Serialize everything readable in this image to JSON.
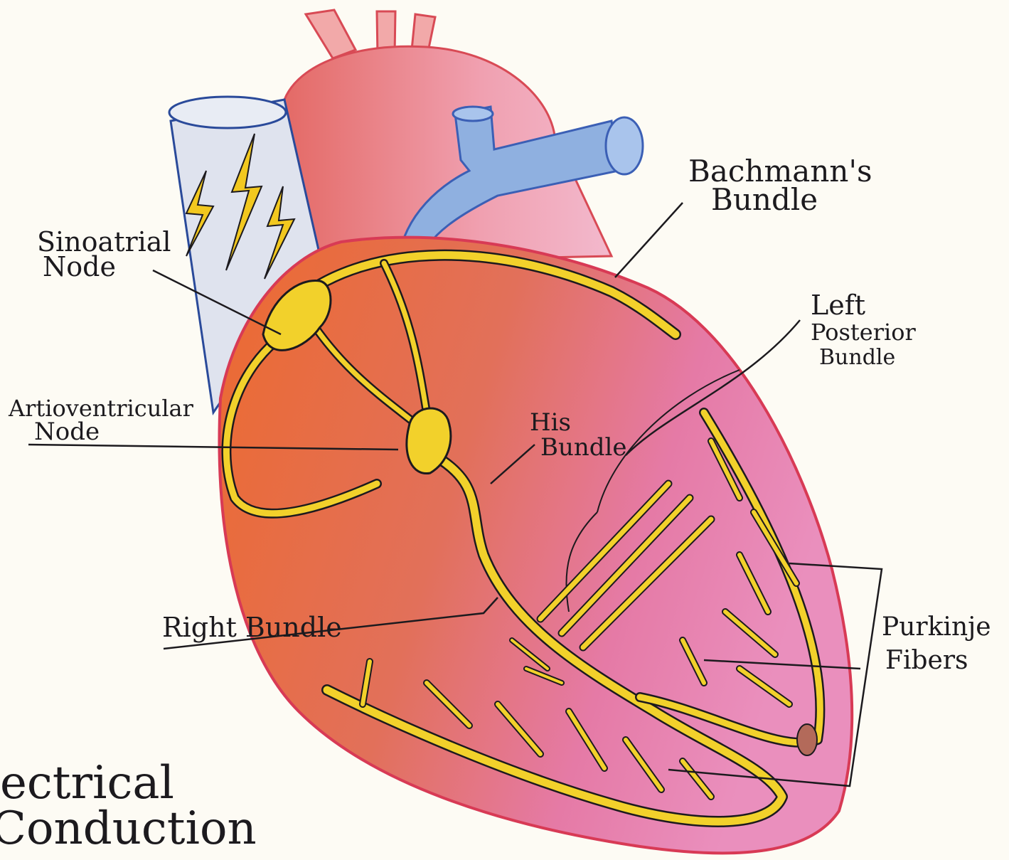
{
  "diagram": {
    "labels": {
      "sa_node": [
        "Sinoatrial",
        "Node"
      ],
      "av_node": [
        "Artioventricular",
        "Node"
      ],
      "bachmanns": [
        "Bachmann's",
        "Bundle"
      ],
      "left_posterior": [
        "Left",
        "Posterior",
        "Bundle"
      ],
      "his_bundle": [
        "His",
        "Bundle"
      ],
      "right_bundle": [
        "Right Bundle"
      ],
      "purkinje": [
        "Purkinje",
        "Fibers"
      ],
      "corner_caption": [
        "ectrical",
        "Conduction"
      ]
    },
    "colors": {
      "ventricle_right": "#e8743f",
      "ventricle_left": "#e57aa6",
      "atrium": "#e2716a",
      "aorta": "#ef9aa2",
      "vein": "#7f9ed6",
      "vena_cava": "#dfe3ee",
      "conduction": "#f2d12b",
      "ink": "#1c1a1e",
      "outline_red": "#d83a55"
    }
  }
}
